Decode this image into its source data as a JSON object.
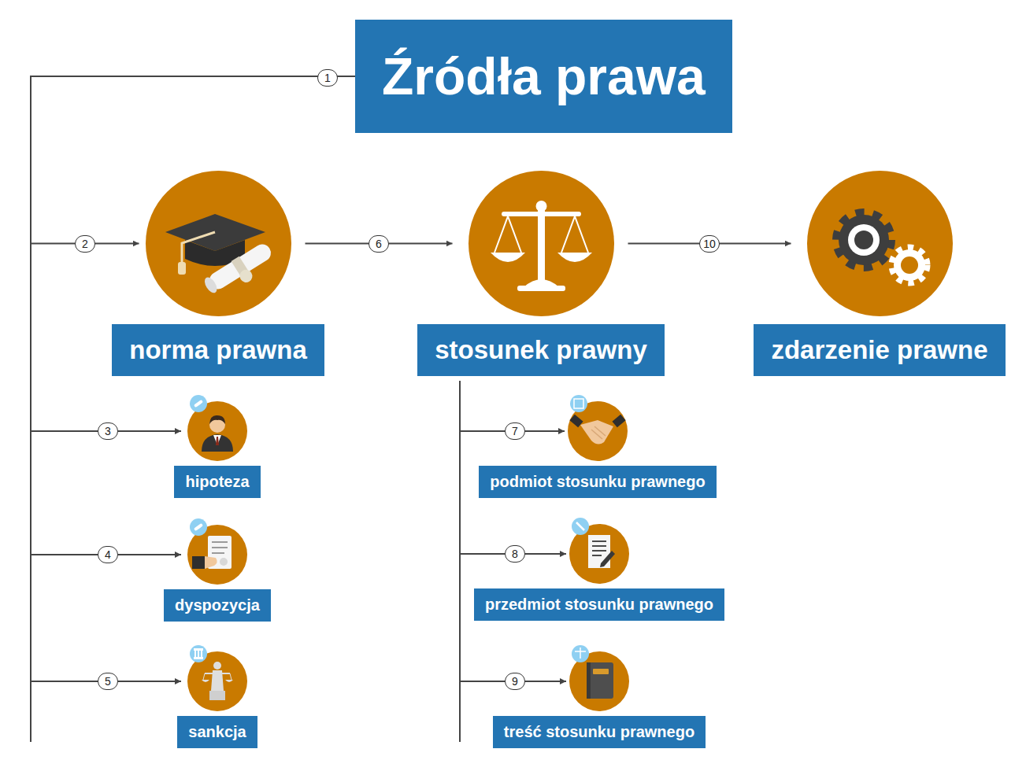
{
  "diagram": {
    "nodes": [
      {
        "text": [
          "Źródła prawa"
        ]
      },
      {
        "text": [
          "norma prawna"
        ]
      },
      {
        "text": [
          "stosunek prawny"
        ]
      },
      {
        "text": [
          "zdarzenie prawne"
        ]
      },
      {
        "text": [
          "hipoteza"
        ]
      },
      {
        "text": [
          "dyspozycja"
        ]
      },
      {
        "text": [
          "sankcja"
        ]
      },
      {
        "text": [
          "podmiot stosunku prawnego"
        ]
      },
      {
        "text": [
          "przedmiot stosunku prawnego"
        ]
      },
      {
        "text": [
          "treść stosunku prawnego"
        ]
      }
    ],
    "edges": [
      {
        "from": 0,
        "to": 1,
        "arrow": "to",
        "label": "2"
      },
      {
        "from": 0,
        "to": 4,
        "arrow": "to",
        "label": "3"
      },
      {
        "from": 0,
        "to": 5,
        "arrow": "to",
        "label": "4"
      },
      {
        "from": 0,
        "to": 6,
        "arrow": "to",
        "label": "5"
      },
      {
        "from": 1,
        "to": 2,
        "arrow": "to",
        "label": "6"
      },
      {
        "from": 2,
        "to": 7,
        "arrow": "to",
        "label": "7"
      },
      {
        "from": 2,
        "to": 8,
        "arrow": "to",
        "label": "8"
      },
      {
        "from": 2,
        "to": 9,
        "arrow": "to",
        "label": "9"
      },
      {
        "from": 2,
        "to": 3,
        "arrow": "to",
        "label": "10"
      }
    ],
    "labels": [
      "1"
    ]
  }
}
